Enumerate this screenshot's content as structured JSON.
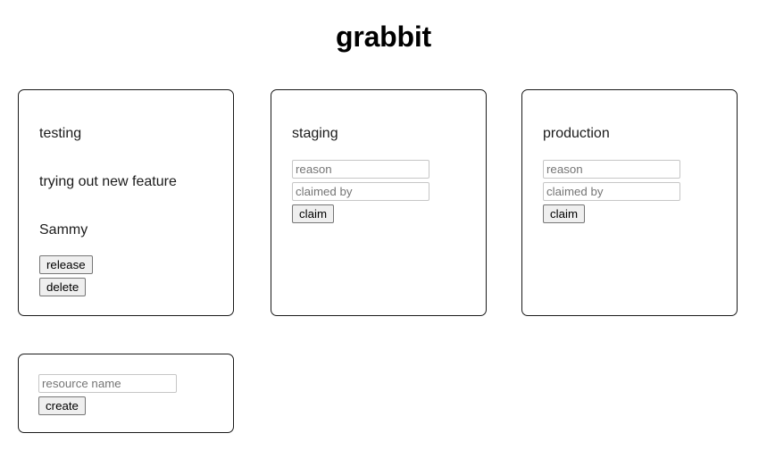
{
  "app": {
    "title": "grabbit"
  },
  "resources": [
    {
      "name": "testing",
      "claimed": true,
      "reason": "trying out new feature",
      "claimed_by": "Sammy",
      "release_label": "release",
      "delete_label": "delete"
    },
    {
      "name": "staging",
      "claimed": false,
      "reason_placeholder": "reason",
      "claimed_by_placeholder": "claimed by",
      "reason_value": "",
      "claimed_by_value": "",
      "claim_label": "claim"
    },
    {
      "name": "production",
      "claimed": false,
      "reason_placeholder": "reason",
      "claimed_by_placeholder": "claimed by",
      "reason_value": "",
      "claimed_by_value": "",
      "claim_label": "claim"
    }
  ],
  "create_form": {
    "resource_name_placeholder": "resource name",
    "resource_name_value": "",
    "create_label": "create"
  },
  "colors": {
    "page_background": "#ffffff",
    "text": "#1b1b1b",
    "card_border": "#1a1a1a",
    "input_border": "#c6c6c6",
    "placeholder_text": "#757575",
    "button_face": "#efefef",
    "button_border": "#767676"
  }
}
